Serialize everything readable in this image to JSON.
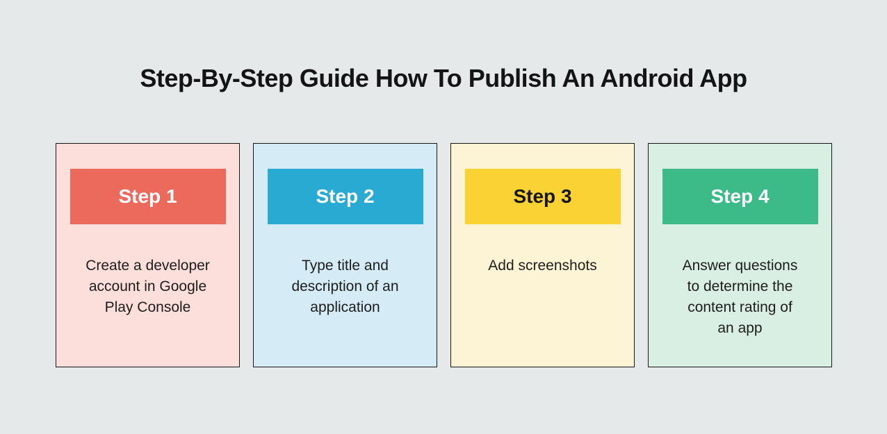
{
  "page": {
    "background_color": "#e5e9e9",
    "title": "Step-By-Step Guide How To Publish An Android App",
    "title_color": "#141414"
  },
  "steps": [
    {
      "label": "Step 1",
      "description": "Create a developer\naccount in Google\nPlay Console",
      "colors": {
        "card_bg": "#fcdeda",
        "header_bg": "#ec6a5c",
        "header_text": "#ffffff",
        "body_text": "#1d1d1d",
        "border": "#161616"
      }
    },
    {
      "label": "Step 2",
      "description": "Type title and\ndescription of an\napplication",
      "colors": {
        "card_bg": "#d5ecf6",
        "header_bg": "#29aad3",
        "header_text": "#ffffff",
        "body_text": "#1d1d1d",
        "border": "#161616"
      }
    },
    {
      "label": "Step 3",
      "description": "Add screenshots",
      "colors": {
        "card_bg": "#fdf4d5",
        "header_bg": "#fad233",
        "header_text": "#161616",
        "body_text": "#1d1d1d",
        "border": "#161616"
      }
    },
    {
      "label": "Step 4",
      "description": "Answer questions\nto determine the\ncontent rating of\nan app",
      "colors": {
        "card_bg": "#d9efe4",
        "header_bg": "#3cba88",
        "header_text": "#ffffff",
        "body_text": "#1d1d1d",
        "border": "#161616"
      }
    }
  ]
}
